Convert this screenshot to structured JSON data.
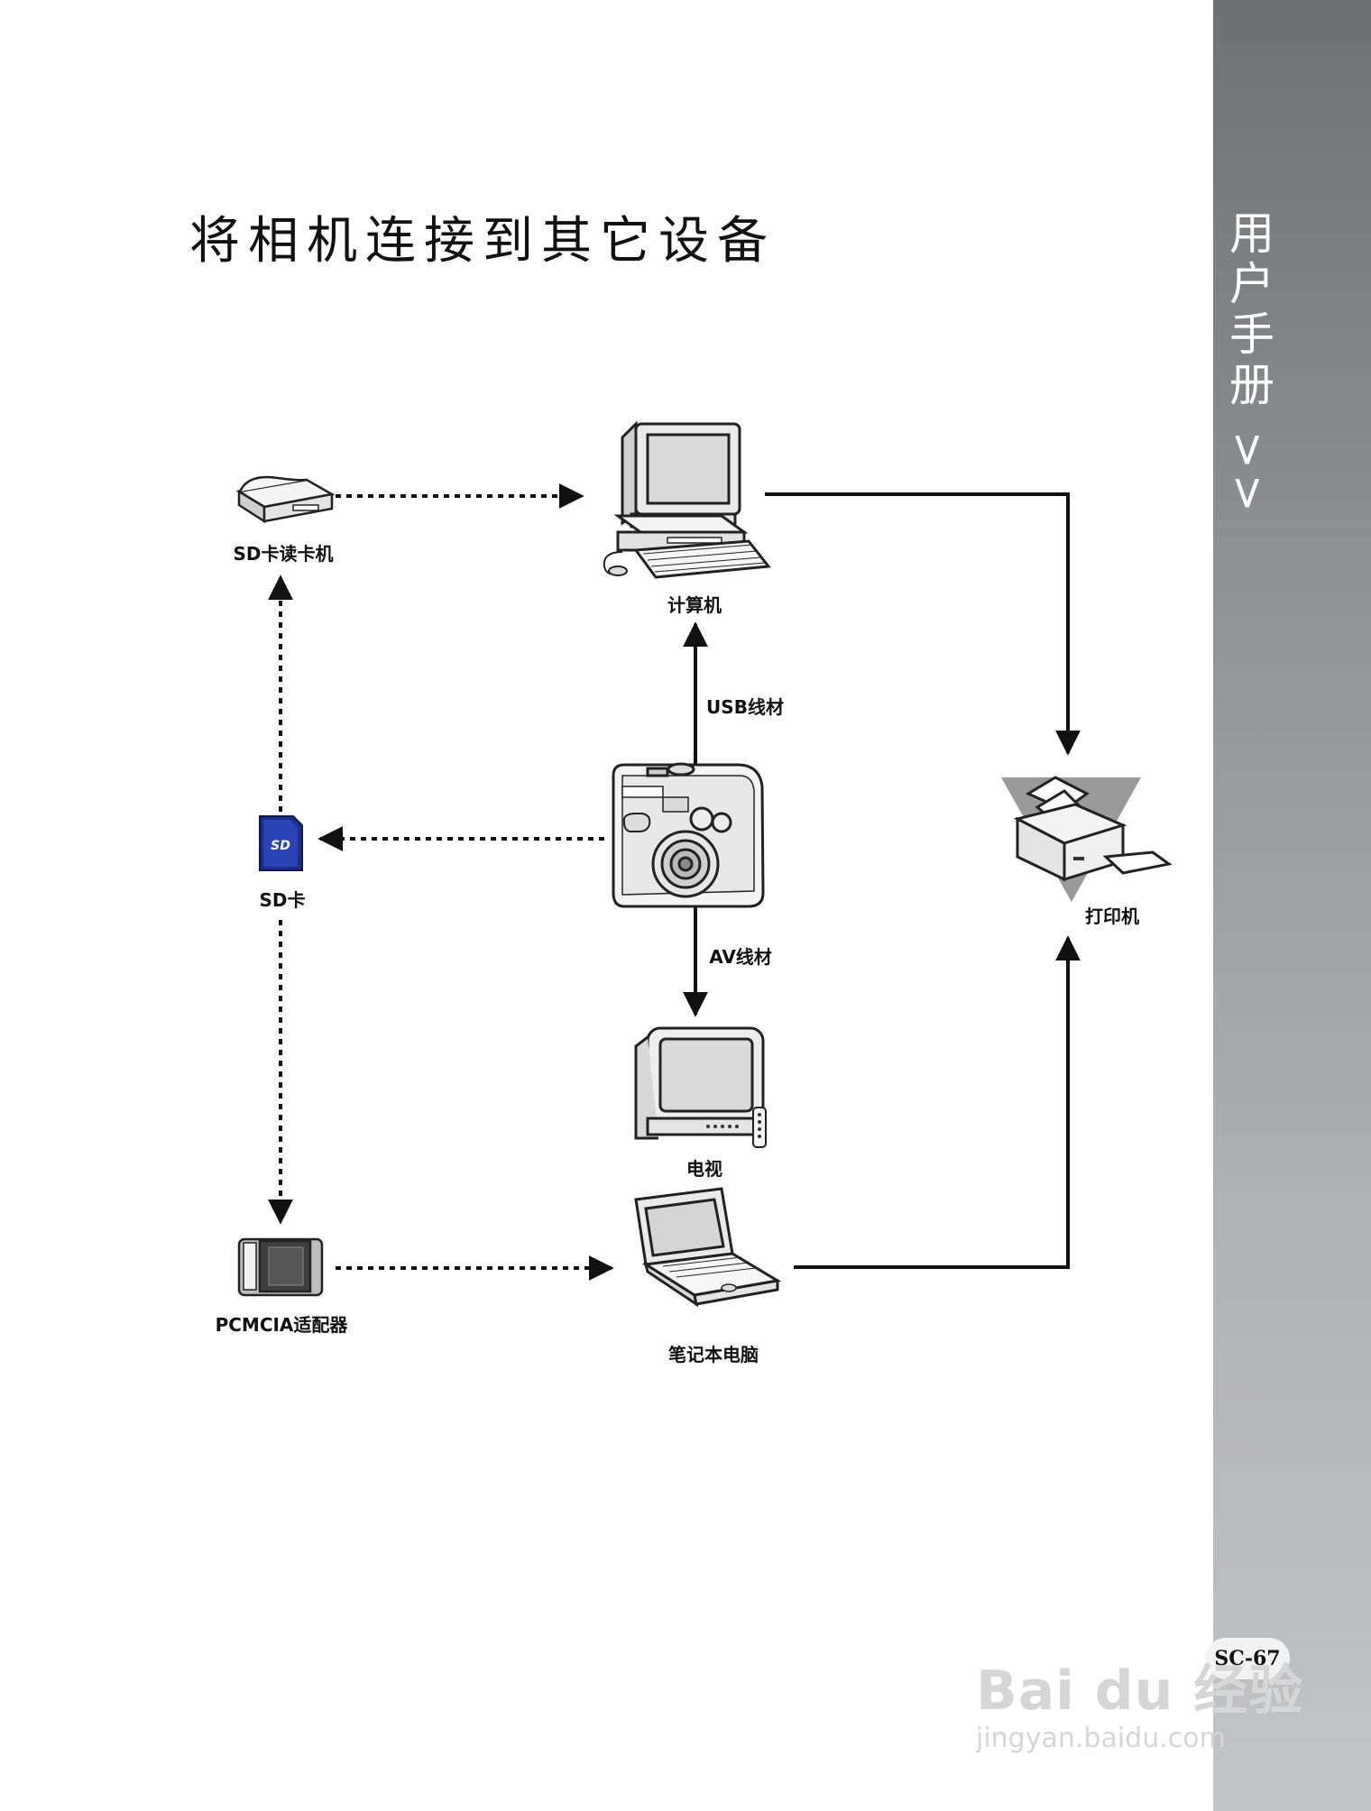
{
  "page": {
    "title": "将相机连接到其它设备",
    "sidebar_title": "用户手册 >>",
    "page_number": "SC-67"
  },
  "watermark": {
    "brand": "Bai du 经验",
    "url": "jingyan.baidu.com"
  },
  "nodes": {
    "sd_reader": "SD卡读卡机",
    "computer": "计算机",
    "camera": "",
    "sd_card": "SD卡",
    "tv": "电视",
    "pcmcia": "PCMCIA适配器",
    "laptop": "笔记本电脑",
    "printer": "打印机"
  },
  "edges": {
    "usb_label": "USB线材",
    "av_label": "AV线材"
  },
  "colors": {
    "sidebar_top": "#6f7074",
    "sidebar_bottom": "#c4c5c7",
    "line": "#111111",
    "sd_card_blue": "#1b2d8f"
  }
}
